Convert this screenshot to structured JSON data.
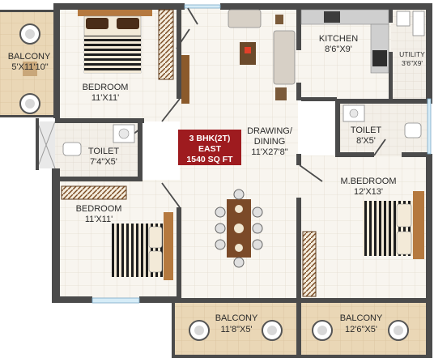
{
  "summary": {
    "line1": "3 BHK(2T)",
    "line2": "EAST",
    "line3": "1540 SQ FT",
    "badge_color": "#9e1b1f"
  },
  "rooms": {
    "balcony_left": {
      "name": "BALCONY",
      "dims": "5'X11'10\""
    },
    "bedroom_top": {
      "name": "BEDROOM",
      "dims": "11'X11'"
    },
    "kitchen": {
      "name": "KITCHEN",
      "dims": "8'6\"X9'"
    },
    "utility": {
      "name": "UTILITY",
      "dims": "3'6\"X9'"
    },
    "toilet_left": {
      "name": "TOILET",
      "dims": "7'4\"X5'"
    },
    "drawing": {
      "name": "DRAWING/",
      "name2": "DINING",
      "dims": "11'X27'8\""
    },
    "toilet_right": {
      "name": "TOILET",
      "dims": "8'X5'"
    },
    "master_bedroom": {
      "name": "M.BEDROOM",
      "dims": "12'X13'"
    },
    "bedroom_bottom": {
      "name": "BEDROOM",
      "dims": "11'X11'"
    },
    "balcony_mid": {
      "name": "BALCONY",
      "dims": "11'8\"X5'"
    },
    "balcony_right": {
      "name": "BALCONY",
      "dims": "12'6\"X5'"
    }
  },
  "colors": {
    "wall": "#4a4a4a",
    "floor": "#f7f4ee",
    "grid": "#e6dfd2",
    "balcony_floor": "#e9d7b8",
    "wood": "#b5793f"
  }
}
